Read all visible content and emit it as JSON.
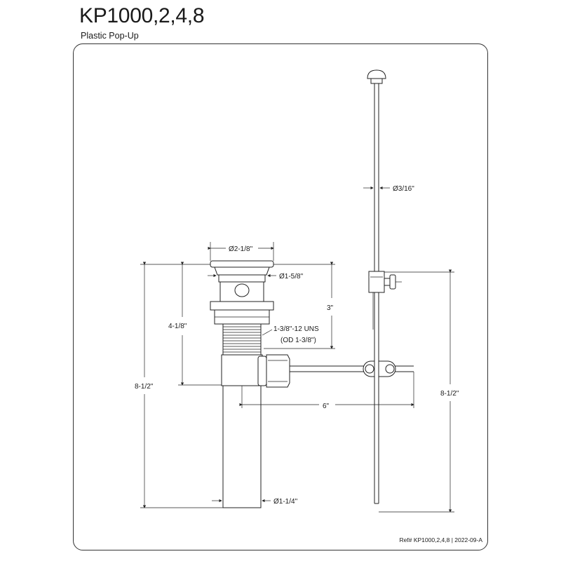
{
  "header": {
    "title": "KP1000,2,4,8",
    "subtitle": "Plastic Pop-Up"
  },
  "dimensions": {
    "d_2_1_8": "Ø2-1/8\"",
    "d_1_5_8": "Ø1-5/8\"",
    "d_3_16": "Ø3/16\"",
    "h_3": "3\"",
    "h_4_1_8": "4-1/8\"",
    "thread": "1-3/8\"-12 UNS",
    "thread_od": "(OD 1-3/8\")",
    "h_8_1_2_left": "8-1/2\"",
    "h_8_1_2_right": "8-1/2\"",
    "w_6": "6\"",
    "d_1_1_4": "Ø1-1/4\""
  },
  "footer": {
    "ref": "Ref# KP1000,2,4,8 | 2022-09-A"
  }
}
